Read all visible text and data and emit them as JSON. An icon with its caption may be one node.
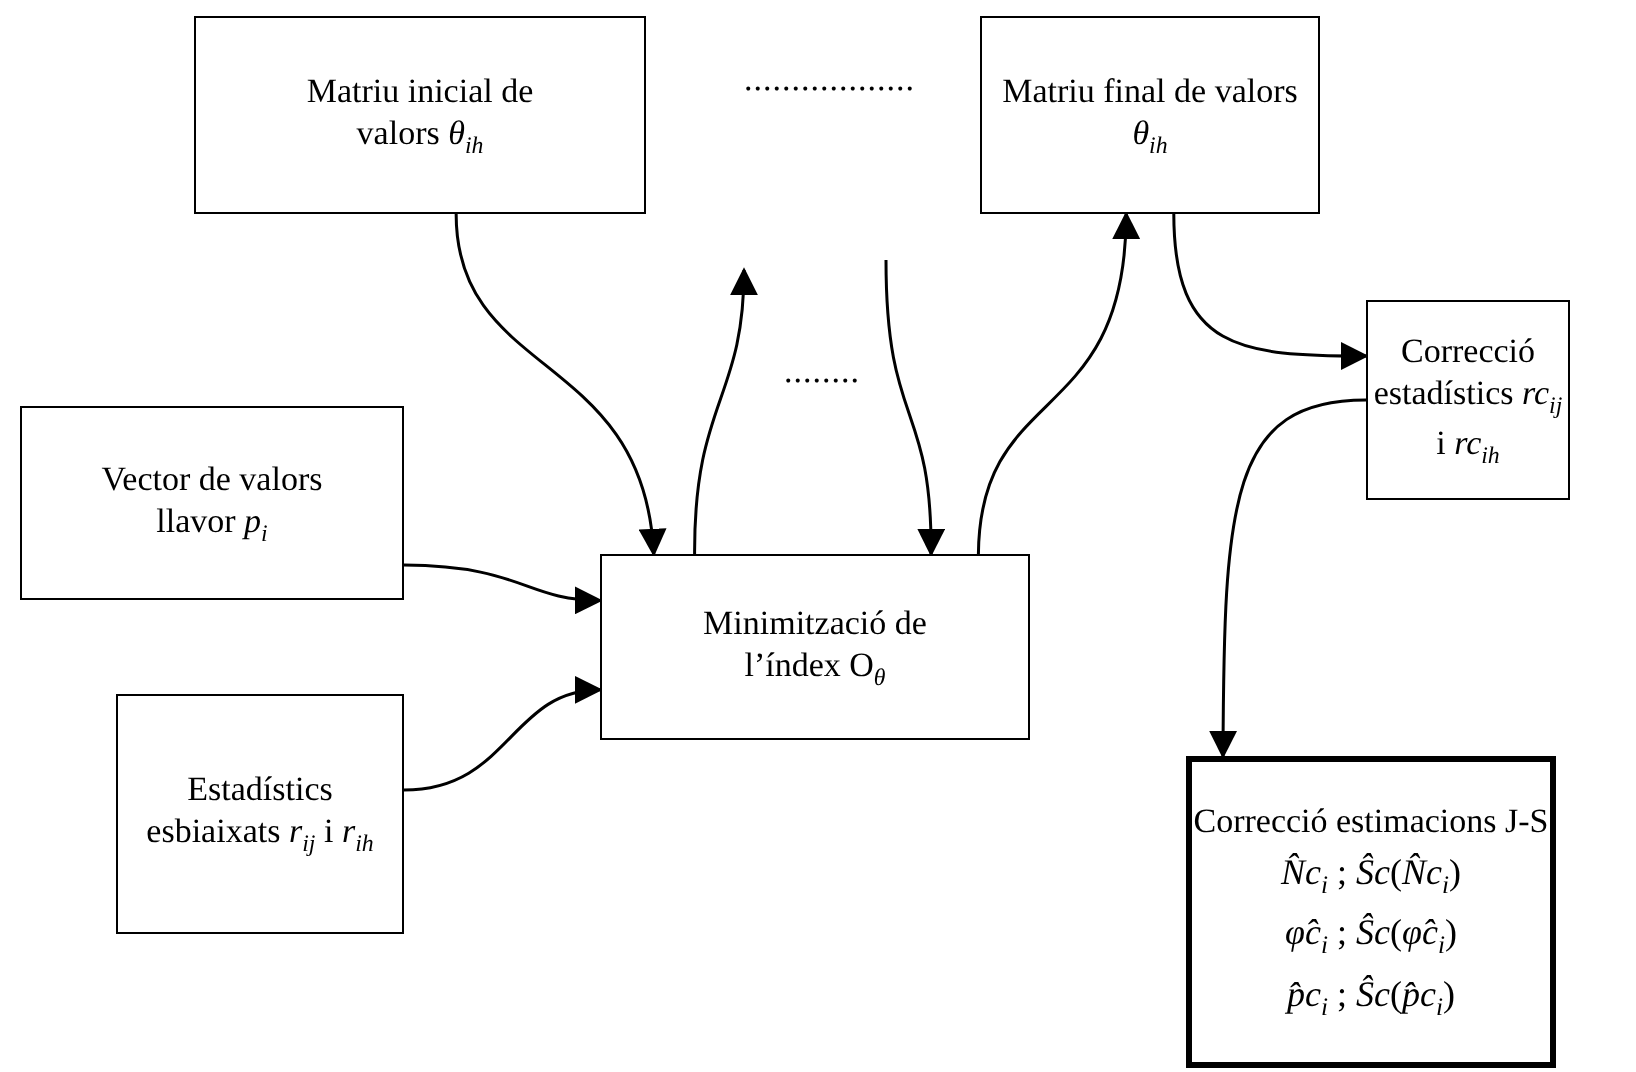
{
  "diagram": {
    "nodes": [
      {
        "text": [
          "Matriu inicial de valors *θ*$_{ih}$"
        ]
      },
      {
        "text": [
          "Matriu final de valors *θ*$_{ih}$"
        ]
      },
      {
        "text": [
          "Correcció estadístics *rc*$_{ij}$ i *rc*$_{ih}$"
        ]
      },
      {
        "text": [
          "Vector de valors llavor *p*$_{i}$"
        ]
      },
      {
        "text": [
          "Minimització de l’índex O$_{θ}$"
        ]
      },
      {
        "text": [
          "Estadístics esbiaixats *r*$_{ij}$ i *r*$_{ih}$"
        ]
      },
      {
        "text": [
          "Correcció estimacions J-S",
          "*N̂c*$_{i}$ ; *Ŝc*(*N̂c*$_{i}$)",
          "*φ̂c*$_{i}$ ; *Ŝc*(*φ̂c*$_{i}$)",
          "*p̂c*$_{i}$ ; *Ŝc*(*p̂c*$_{i}$)"
        ]
      }
    ],
    "edges": [
      {
        "from": 0,
        "to": 4,
        "arrow": "to"
      },
      {
        "from": 4,
        "to": null,
        "arrow": "to"
      },
      {
        "from": null,
        "to": 4,
        "arrow": "to"
      },
      {
        "from": 4,
        "to": 1,
        "arrow": "to"
      },
      {
        "from": 1,
        "to": 2,
        "arrow": "to"
      },
      {
        "from": 2,
        "to": 6,
        "arrow": "to"
      },
      {
        "from": 3,
        "to": 4,
        "arrow": "to"
      },
      {
        "from": 5,
        "to": 4,
        "arrow": "to"
      }
    ],
    "labels": [
      "..................",
      "........"
    ]
  }
}
